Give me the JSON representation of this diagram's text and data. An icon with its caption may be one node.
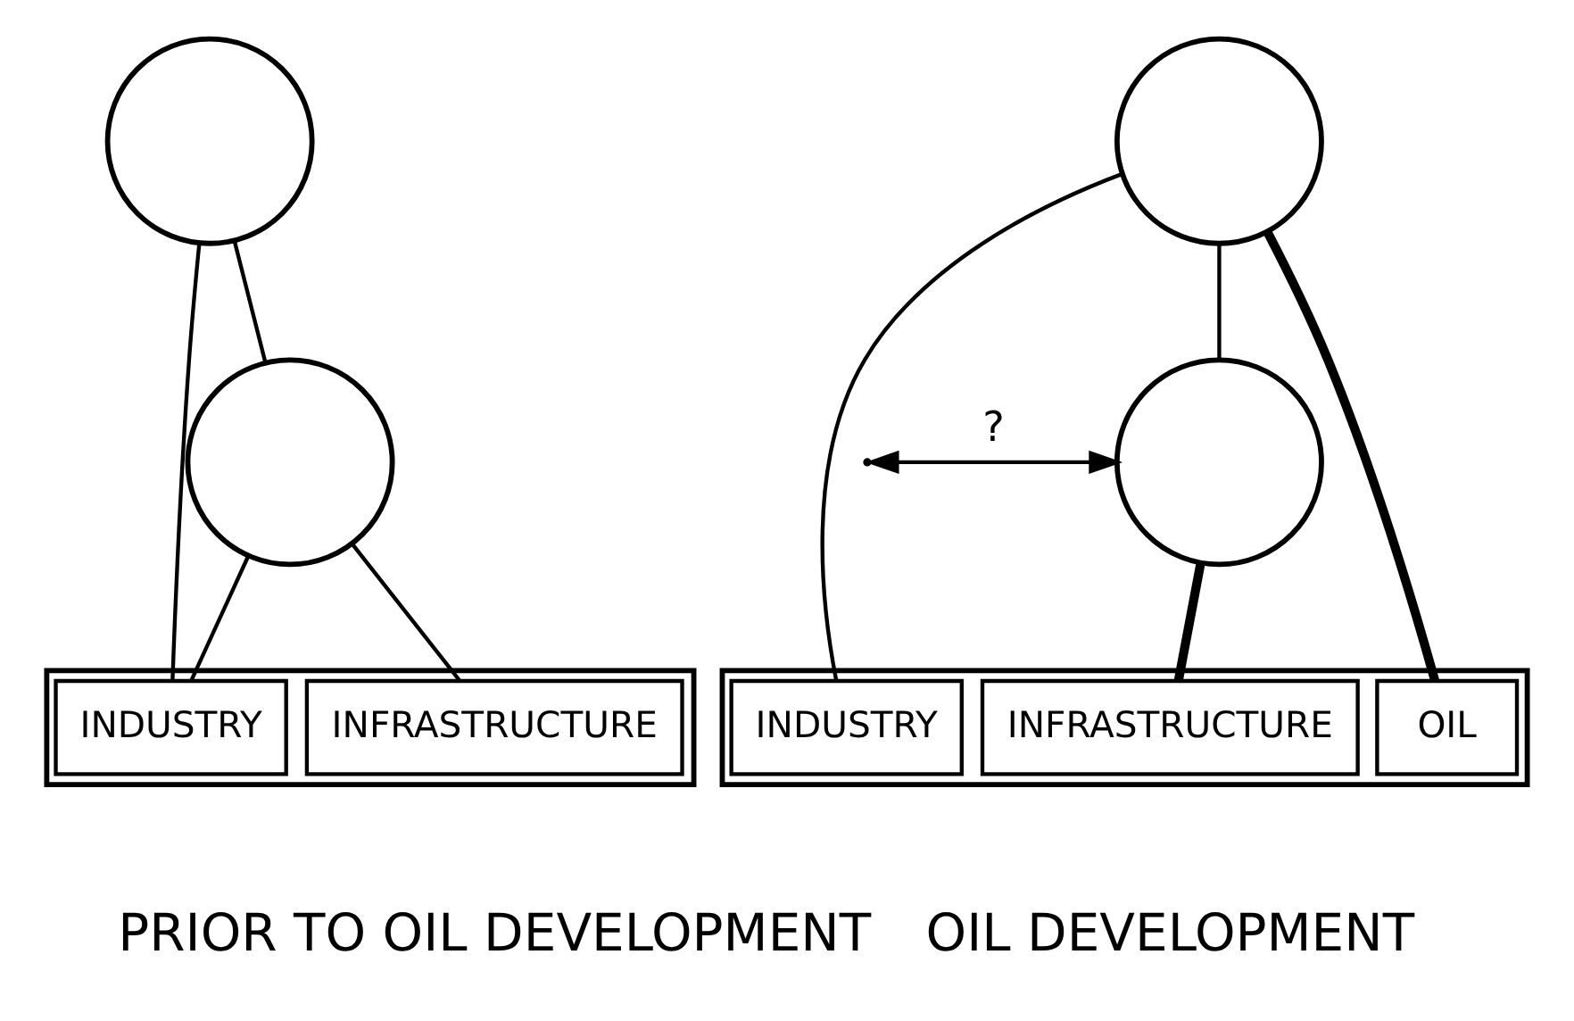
{
  "diagram": {
    "nodes": [
      {
        "text": [],
        "shape": "circle"
      },
      {
        "text": [],
        "shape": "circle"
      },
      {
        "text": [],
        "shape": "bar"
      },
      {
        "text": [
          "INDUSTRY"
        ],
        "in": 2
      },
      {
        "text": [
          "INFRASTRUCTURE"
        ],
        "in": 2
      },
      {
        "text": [],
        "shape": "circle"
      },
      {
        "text": [],
        "shape": "circle"
      },
      {
        "text": [],
        "shape": "bar"
      },
      {
        "text": [
          "OIL"
        ],
        "in": 7
      },
      {
        "text": [
          "INFRASTRUCTURE"
        ],
        "in": 7
      },
      {
        "text": [
          "INDUSTRY"
        ],
        "in": 7
      }
    ],
    "edges": [
      {
        "from": 0,
        "to": 1,
        "arrow": "none"
      },
      {
        "from": 1,
        "to": 3,
        "arrow": "none"
      },
      {
        "from": 1,
        "to": 4,
        "arrow": "none"
      },
      {
        "from": 0,
        "to": 3,
        "arrow": "none"
      },
      {
        "from": 5,
        "to": 6,
        "arrow": "none"
      },
      {
        "from": 6,
        "to": 9,
        "arrow": "none",
        "style": "thick"
      },
      {
        "from": 5,
        "to": 8,
        "arrow": "none",
        "style": "thick"
      },
      {
        "from": 5,
        "to": 10,
        "arrow": "none"
      },
      {
        "from": null,
        "to": 6,
        "arrow": "both",
        "label": "?"
      }
    ],
    "labels": [
      "PRIOR TO OIL DEVELOPMENT",
      "OIL DEVELOPMENT"
    ]
  }
}
